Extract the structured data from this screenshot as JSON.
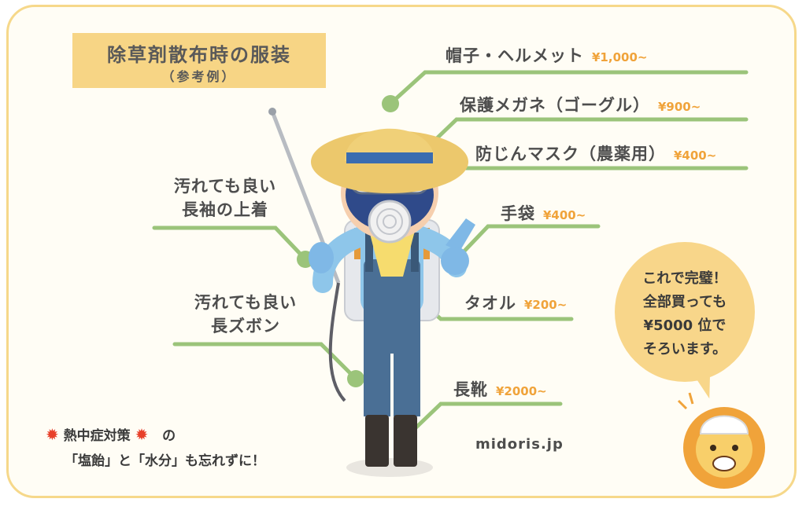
{
  "title": {
    "main": "除草剤散布時の服装",
    "sub": "（参考例）"
  },
  "items": {
    "helmet": {
      "label": "帽子・ヘルメット",
      "price": "¥1,000~"
    },
    "goggles": {
      "label": "保護メガネ（ゴーグル）",
      "price": "¥900~"
    },
    "mask": {
      "label": "防じんマスク（農薬用）",
      "price": "¥400~"
    },
    "gloves": {
      "label": "手袋",
      "price": "¥400~"
    },
    "towel": {
      "label": "タオル",
      "price": "¥200~"
    },
    "boots": {
      "label": "長靴",
      "price": "¥2000~"
    },
    "jacket": {
      "line1": "汚れても良い",
      "line2": "長袖の上着"
    },
    "pants": {
      "line1": "汚れても良い",
      "line2": "長ズボン"
    }
  },
  "bubble": {
    "line1": "これで完璧！",
    "line2": "全部買っても",
    "line3": "¥5000 位で",
    "line4": "そろいます。"
  },
  "heat": {
    "title": "熱中症対策",
    "note": "「塩飴」と「水分」も忘れずに！"
  },
  "site": "midoris.jp",
  "colors": {
    "accent_yellow": "#f7d585",
    "leader_green": "#9bc47a",
    "price_orange": "#f0a33a",
    "sun_red": "#e8402a"
  }
}
